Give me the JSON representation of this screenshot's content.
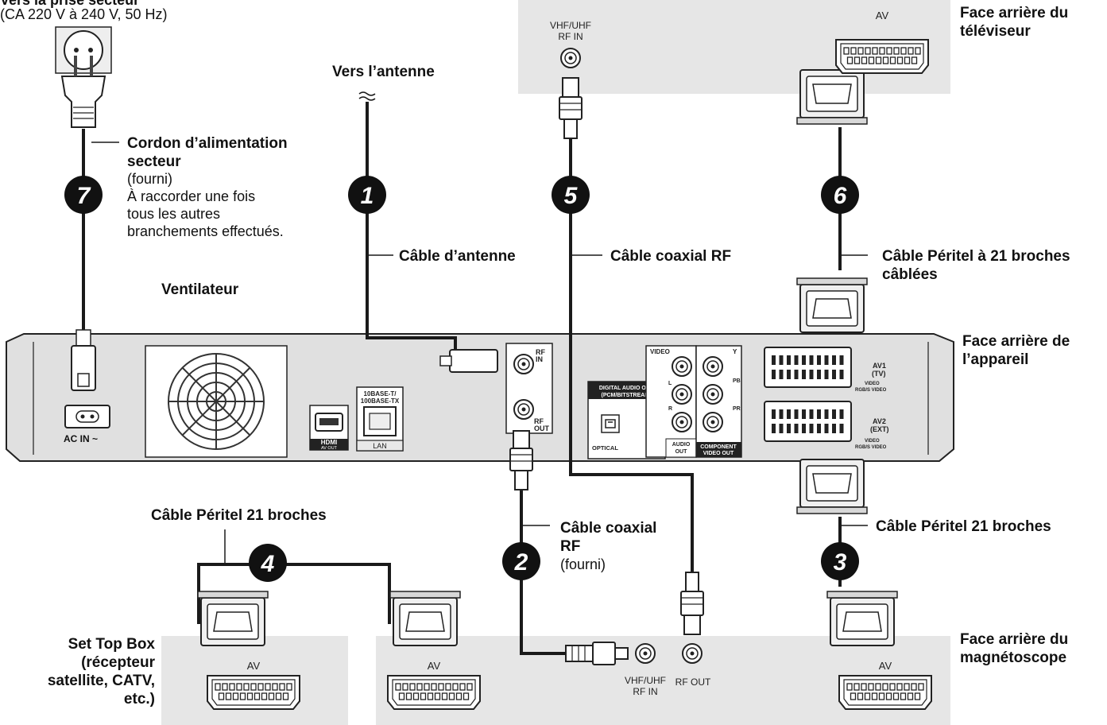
{
  "power": {
    "line1": "Vers la prise secteur",
    "line2": "(CA 220 V à 240 V, 50 Hz)",
    "cord_title_1": "Cordon d’alimentation",
    "cord_title_2": "secteur",
    "cord_sub": "(fourni)",
    "note_1": "À raccorder une fois",
    "note_2": "tous les autres",
    "note_3": "branchements effectués."
  },
  "antenna": {
    "to_antenna": "Vers l’antenne",
    "cable": "Câble d’antenne"
  },
  "tv": {
    "back_1": "Face arrière du",
    "back_2": "téléviseur",
    "rf_in_1": "VHF/UHF",
    "rf_in_2": "RF IN",
    "av": "AV"
  },
  "cables": {
    "coax_rf": "Câble coaxial RF",
    "scart_wired_1": "Câble Péritel à 21 broches",
    "scart_wired_2": "câblées",
    "scart_21_left": "Câble Péritel 21 broches",
    "scart_21_right": "Câble Péritel 21 broches",
    "coax_supplied_1": "Câble coaxial",
    "coax_supplied_2": "RF",
    "coax_supplied_3": "(fourni)"
  },
  "unit": {
    "fan": "Ventilateur",
    "back_1": "Face arrière de",
    "back_2": "l’appareil",
    "ac_in": "AC IN ~",
    "hdmi_logo": "HDMI",
    "hdmi_sub": "AV OUT",
    "lan_1": "10BASE-T/",
    "lan_2": "100BASE-TX",
    "lan": "LAN",
    "rf_in_1": "RF",
    "rf_in_2": "IN",
    "rf_out_1": "RF",
    "rf_out_2": "OUT",
    "dig_1": "DIGITAL AUDIO OUT",
    "dig_2": "(PCM/BITSTREAM)",
    "optical": "OPTICAL",
    "video": "VIDEO",
    "l": "L",
    "r": "R",
    "audio_1": "AUDIO",
    "audio_2": "OUT",
    "y": "Y",
    "pb": "PB",
    "pr": "PR",
    "comp_1": "COMPONENT",
    "comp_2": "VIDEO OUT",
    "av1_1": "AV1",
    "av1_2": "(TV)",
    "av2_1": "AV2",
    "av2_2": "(EXT)",
    "video_small": "VIDEO",
    "rgbs_small": "RGB/S VIDEO"
  },
  "stb": {
    "l1": "Set Top Box",
    "l2": "(récepteur",
    "l3": "satellite, CATV,",
    "l4": "etc.)",
    "av": "AV"
  },
  "vcr": {
    "back_1": "Face arrière du",
    "back_2": "magnétoscope",
    "av": "AV",
    "rf_in_1": "VHF/UHF",
    "rf_in_2": "RF IN",
    "rf_out": "RF OUT"
  },
  "steps": [
    "1",
    "2",
    "3",
    "4",
    "5",
    "6",
    "7"
  ],
  "colors": {
    "panel": "#e6e6e6",
    "unit_body": "#e0e0e0",
    "cable": "#1a1a1a",
    "badge": "#111111"
  }
}
